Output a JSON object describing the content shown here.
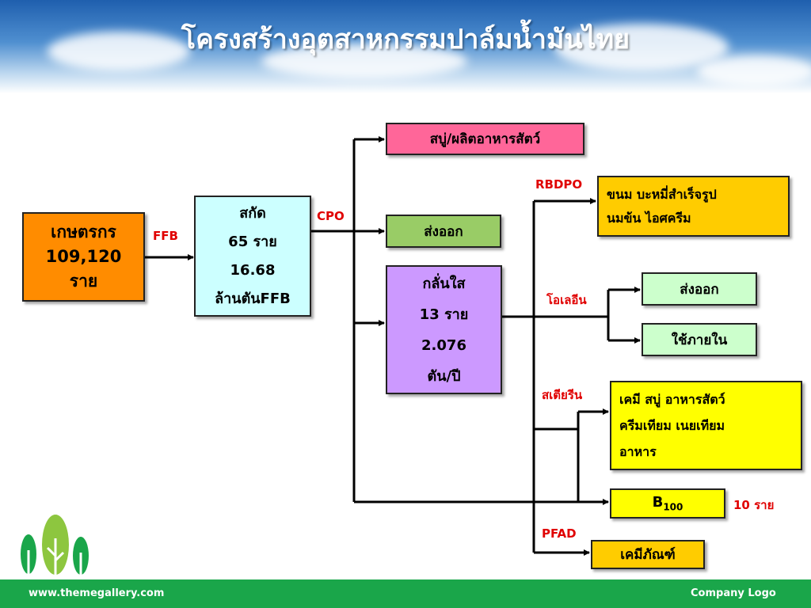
{
  "title": "โครงสร้างอุตสาหกรรมปาล์มน้ำมันไทย",
  "farmer": {
    "line1": "เกษตรกร",
    "line2": "109,120",
    "line3": "ราย"
  },
  "extract": {
    "line1": "สกัด",
    "line2": "65  ราย",
    "line3": "16.68",
    "line4": "ล้านตันFFB"
  },
  "refine": {
    "line1": "กลั่นใส",
    "line2": "13 ราย",
    "line3": "2.076",
    "line4": "ตัน/ปี"
  },
  "soap_feed": "สบู่/ผลิตอาหารสัตว์",
  "export_cpo": "ส่งออก",
  "rbdpo_products": {
    "line1": "ขนม บะหมี่สำเร็จรูป",
    "line2": "นมข้น  ไอศครีม"
  },
  "olein_export": "ส่งออก",
  "olein_domestic": "ใช้ภายใน",
  "stearin_products": {
    "line1": "เคมี  สบู่  อาหารสัตว์",
    "line2": "ครีมเทียม  เนยเทียม",
    "line3": "อาหาร"
  },
  "b100": {
    "main": "B",
    "sub": "100"
  },
  "b100_count": "10 ราย",
  "pfad_products": "เคมีภัณฑ์",
  "labels": {
    "ffb": "FFB",
    "cpo": "CPO",
    "rbdpo": "RBDPO",
    "olein": "โอเลอีน",
    "stearin": "สเตียรีน",
    "pfad": "PFAD"
  },
  "footer": {
    "website": "www.themegallery.com",
    "logo": "Company Logo"
  },
  "colors": {
    "farmer": "#ff8c00",
    "extract": "#ccffff",
    "refine": "#cc99ff",
    "soap_feed": "#ff6699",
    "export_cpo": "#99cc66",
    "rbdpo_products": "#ffcc00",
    "olein": "#ccffcc",
    "stearin_products": "#ffff00",
    "b100": "#ffff00",
    "pfad_products": "#ffcc00",
    "label_red": "#e00000",
    "footer_green": "#1aa64a"
  }
}
